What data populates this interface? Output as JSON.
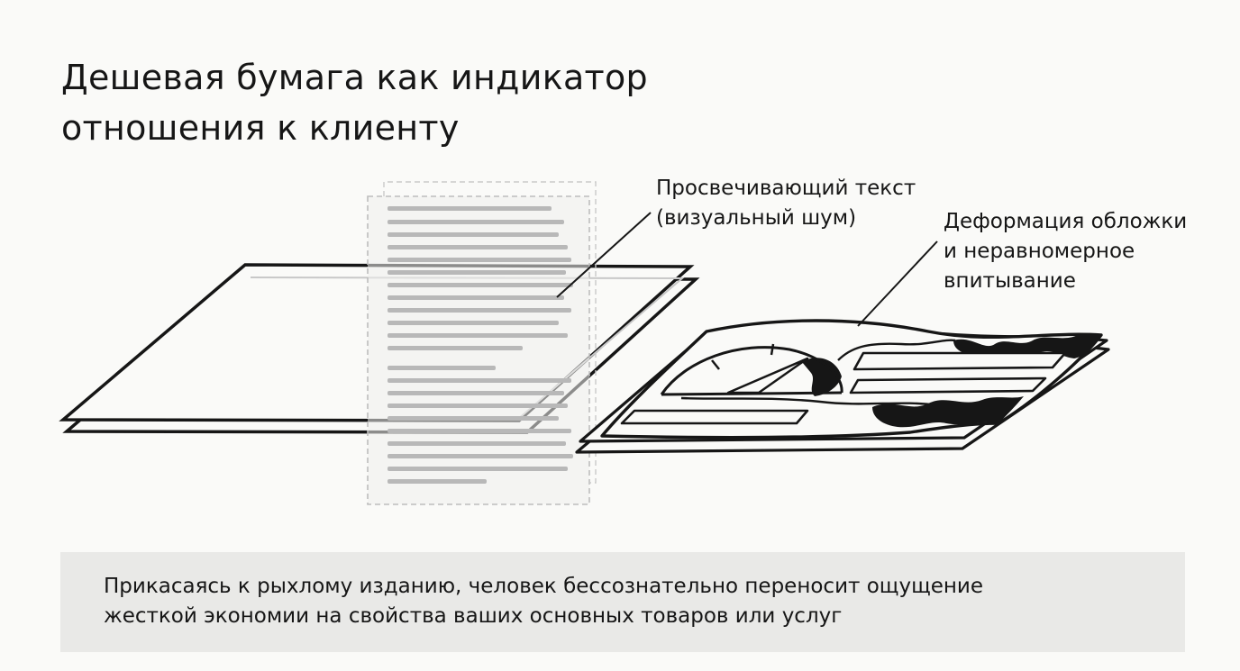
{
  "title": {
    "line1": "Дешевая бумага как индикатор",
    "line2": "отношения к клиенту"
  },
  "labels": {
    "show_through": {
      "line1": "Просвечивающий текст",
      "line2": "(визуальный шум)"
    },
    "deformation": {
      "line1": "Деформация обложки",
      "line2": "и неравномерное",
      "line3": "впитывание"
    }
  },
  "footer": {
    "line1": "Прикасаясь к рыхлому изданию, человек бессознательно переносит ощущение",
    "line2": "жесткой экономии на свойства ваших основных товаров или услуг"
  },
  "colors": {
    "ink": "#161616",
    "background": "#fafaf8",
    "footer_bg": "#e9e9e7",
    "ghost_text": "#b8b8b8",
    "dashed": "#bdbdbd",
    "shadow": "#c8c8c8"
  }
}
